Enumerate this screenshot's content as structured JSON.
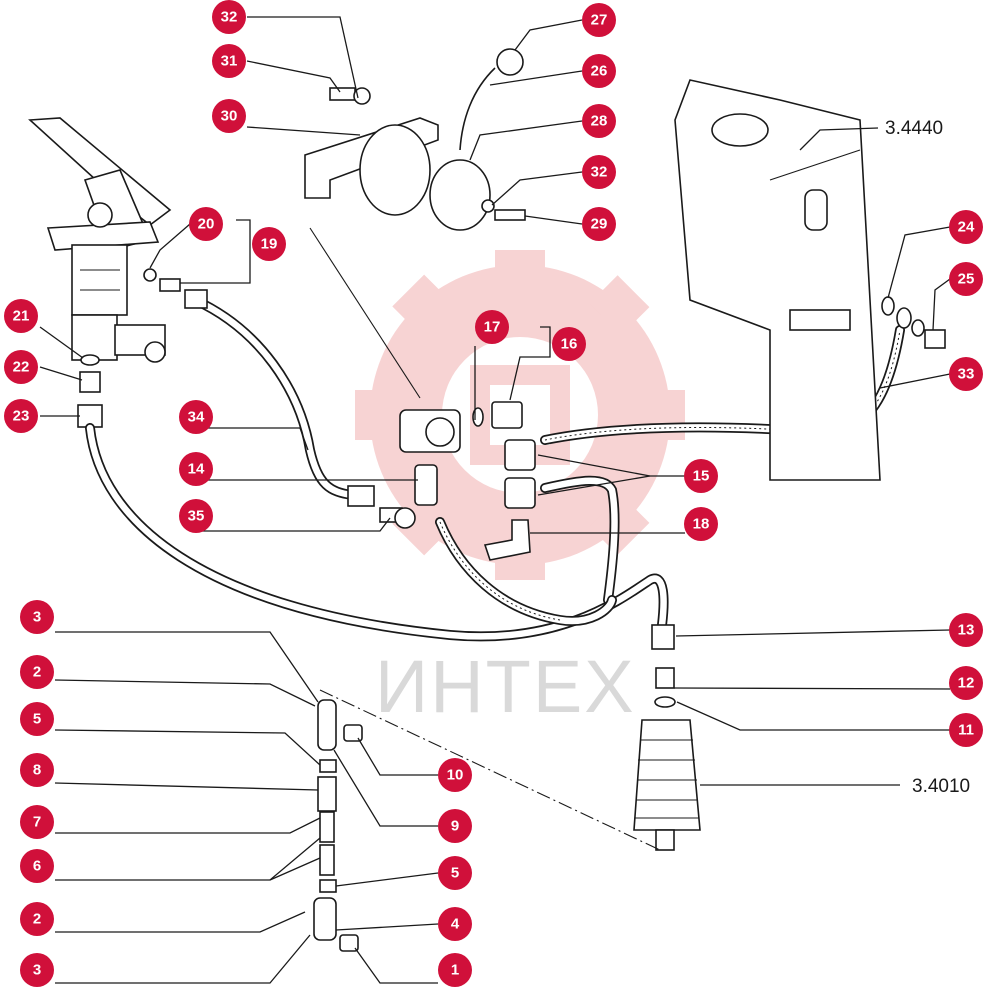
{
  "watermark": {
    "text": "ИНТЕХ",
    "gear_color": "#f7d3d3",
    "text_color": "#d9d9d9"
  },
  "callout_color": "#d0103a",
  "callouts": {
    "c32a": "32",
    "c31": "31",
    "c30": "30",
    "c27": "27",
    "c26": "26",
    "c28": "28",
    "c32b": "32",
    "c29": "29",
    "c20": "20",
    "c19": "19",
    "c21": "21",
    "c22": "22",
    "c23": "23",
    "c17": "17",
    "c16": "16",
    "c24": "24",
    "c25": "25",
    "c33": "33",
    "c34": "34",
    "c14": "14",
    "c15": "15",
    "c35": "35",
    "c18": "18",
    "c13": "13",
    "c12": "12",
    "c11": "11",
    "c3a": "3",
    "c2a": "2",
    "c5a": "5",
    "c8": "8",
    "c7": "7",
    "c6": "6",
    "c2b": "2",
    "c3b": "3",
    "c10": "10",
    "c9": "9",
    "c5b": "5",
    "c4": "4",
    "c1": "1"
  },
  "reference_labels": {
    "tank_ref": "3.4440",
    "cylinder_ref": "3.4010"
  }
}
